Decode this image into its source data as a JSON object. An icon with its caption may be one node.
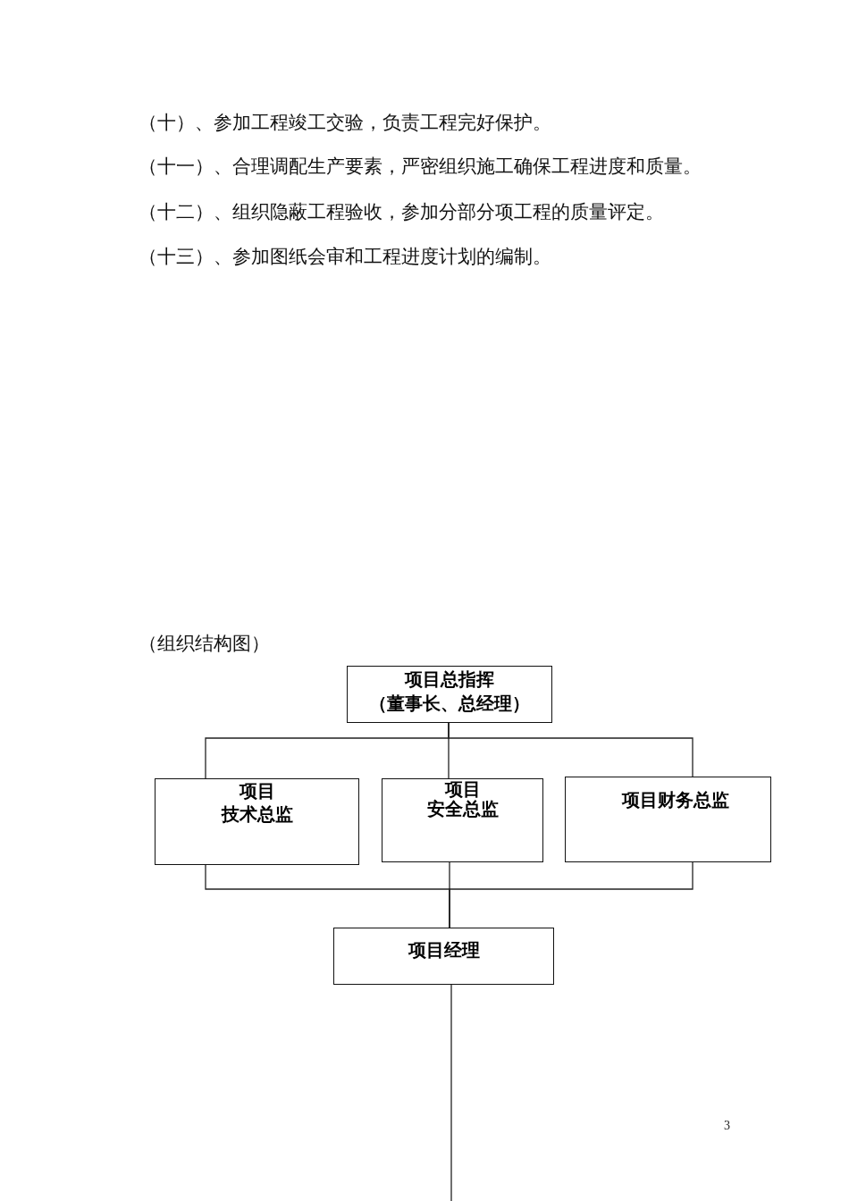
{
  "diagram": {
    "nodes": [
      {
        "text": [
          "项目总指挥",
          "（董事长、总经理）"
        ]
      },
      {
        "text": [
          "项目",
          "技术总监"
        ]
      },
      {
        "text": [
          "项目",
          "安全总监"
        ]
      },
      {
        "text": [
          "项目财务总监"
        ]
      },
      {
        "text": [
          "项目经理"
        ]
      }
    ],
    "edges": [
      {
        "from": 0,
        "to": 1,
        "arrow": "none"
      },
      {
        "from": 0,
        "to": 2,
        "arrow": "none"
      },
      {
        "from": 0,
        "to": 3,
        "arrow": "none"
      },
      {
        "from": 1,
        "to": 4,
        "arrow": "none"
      },
      {
        "from": 2,
        "to": 4,
        "arrow": "none"
      },
      {
        "from": 3,
        "to": 4,
        "arrow": "none"
      },
      {
        "from": 4,
        "to": null,
        "arrow": "none"
      }
    ],
    "labels": [
      "（十）、参加工程竣工交验，负责工程完好保护。",
      "（十一）、合理调配生产要素，严密组织施工确保工程进度和质量。",
      "（十二）、组织隐蔽工程验收，参加分部分项工程的质量评定。",
      "（十三）、参加图纸会审和工程进度计划的编制。",
      "（组织结构图）",
      "3"
    ]
  }
}
